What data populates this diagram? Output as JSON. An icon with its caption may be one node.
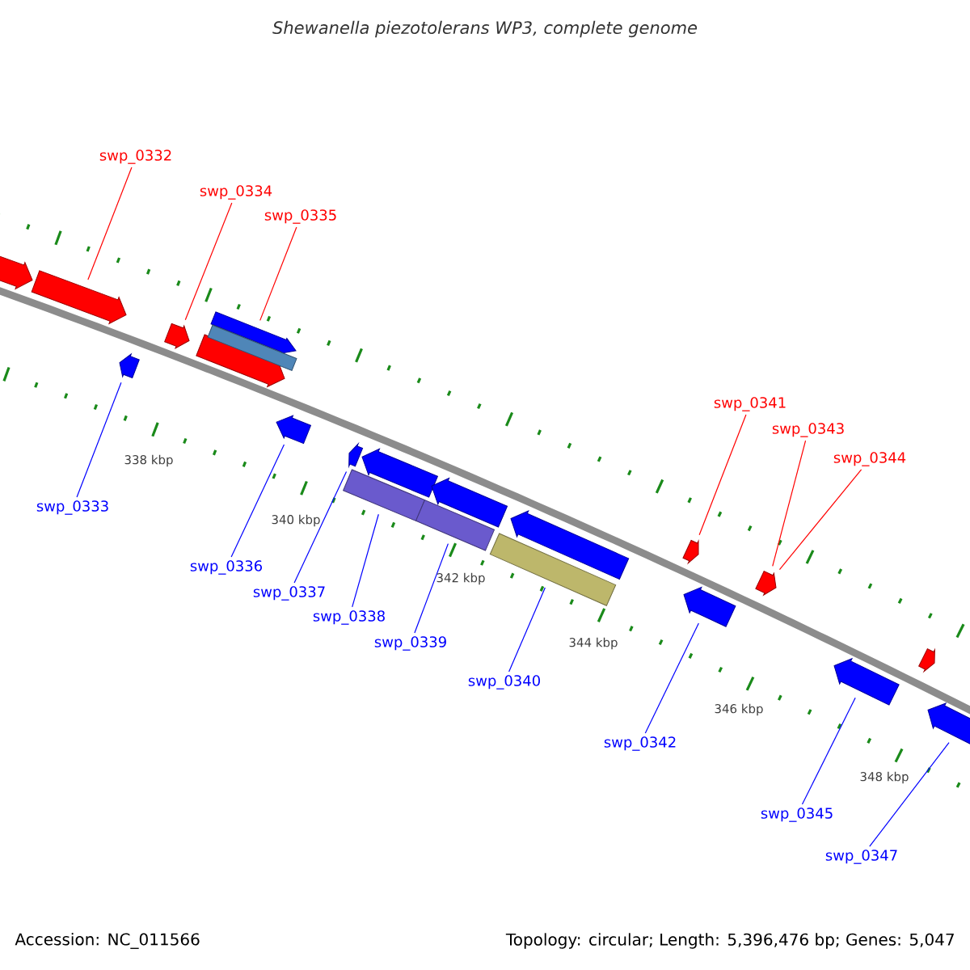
{
  "diagram": {
    "title": "Shewanella piezotolerans WP3, complete genome",
    "nodes": [
      {
        "text": [
          "swp_0332"
        ]
      },
      {
        "text": [
          "swp_0334"
        ]
      },
      {
        "text": [
          "swp_0335"
        ]
      },
      {
        "text": [
          "swp_0341"
        ]
      },
      {
        "text": [
          "swp_0343"
        ]
      },
      {
        "text": [
          "swp_0344"
        ]
      },
      {
        "text": [
          "swp_0333"
        ]
      },
      {
        "text": [
          "swp_0336"
        ]
      },
      {
        "text": [
          "swp_0337"
        ]
      },
      {
        "text": [
          "swp_0338"
        ]
      },
      {
        "text": [
          "swp_0339"
        ]
      },
      {
        "text": [
          "swp_0340"
        ]
      },
      {
        "text": [
          "swp_0342"
        ]
      },
      {
        "text": [
          "swp_0345"
        ]
      },
      {
        "text": [
          "swp_0347"
        ]
      },
      {
        "text": [],
        "shape": "arrow"
      },
      {
        "text": [],
        "shape": "arrow"
      },
      {
        "text": [],
        "shape": "arrow"
      },
      {
        "text": [],
        "shape": "arrow"
      },
      {
        "text": [],
        "shape": "arrow"
      },
      {
        "text": [],
        "shape": "arrow"
      },
      {
        "text": [],
        "shape": "bar"
      },
      {
        "text": [],
        "shape": "arrow"
      },
      {
        "text": [],
        "shape": "bar"
      },
      {
        "text": [],
        "shape": "arrow"
      },
      {
        "text": [],
        "shape": "arrow"
      },
      {
        "text": [],
        "shape": "bar"
      },
      {
        "text": [],
        "shape": "arrow"
      },
      {
        "text": [],
        "shape": "bar"
      },
      {
        "text": [],
        "shape": "arrow"
      },
      {
        "text": [],
        "shape": "arrow"
      },
      {
        "text": [],
        "shape": "arrow"
      },
      {
        "text": [],
        "shape": "arrow"
      },
      {
        "text": [],
        "shape": "arrow"
      },
      {
        "text": [],
        "shape": "arrow"
      },
      {
        "text": [],
        "shape": "arrow"
      }
    ],
    "edges": [
      {
        "from": 0,
        "to": 16,
        "arrow": "none",
        "color": "#ff0000"
      },
      {
        "from": 1,
        "to": 18,
        "arrow": "none",
        "color": "#ff0000"
      },
      {
        "from": 2,
        "to": 20,
        "arrow": "none",
        "color": "#ff0000"
      },
      {
        "from": 3,
        "to": 31,
        "arrow": "none",
        "color": "#ff0000"
      },
      {
        "from": 4,
        "to": 32,
        "arrow": "none",
        "color": "#ff0000"
      },
      {
        "from": 5,
        "to": 32,
        "arrow": "none",
        "color": "#ff0000"
      },
      {
        "from": 6,
        "to": 17,
        "arrow": "none"
      },
      {
        "from": 7,
        "to": 22,
        "arrow": "none"
      },
      {
        "from": 8,
        "to": 24,
        "arrow": "none"
      },
      {
        "from": 9,
        "to": 23,
        "arrow": "none"
      },
      {
        "from": 10,
        "to": 26,
        "arrow": "none"
      },
      {
        "from": 11,
        "to": 28,
        "arrow": "none"
      },
      {
        "from": 12,
        "to": 30,
        "arrow": "none"
      },
      {
        "from": 13,
        "to": 33,
        "arrow": "none"
      },
      {
        "from": 14,
        "to": 35,
        "arrow": "none"
      }
    ],
    "labels": [
      "338 kbp",
      "340 kbp",
      "342 kbp",
      "344 kbp",
      "346 kbp",
      "348 kbp",
      "Accession: NC_011566",
      "Topology: circular; Length: 5,396,476 bp; Genes: 5,047"
    ]
  }
}
